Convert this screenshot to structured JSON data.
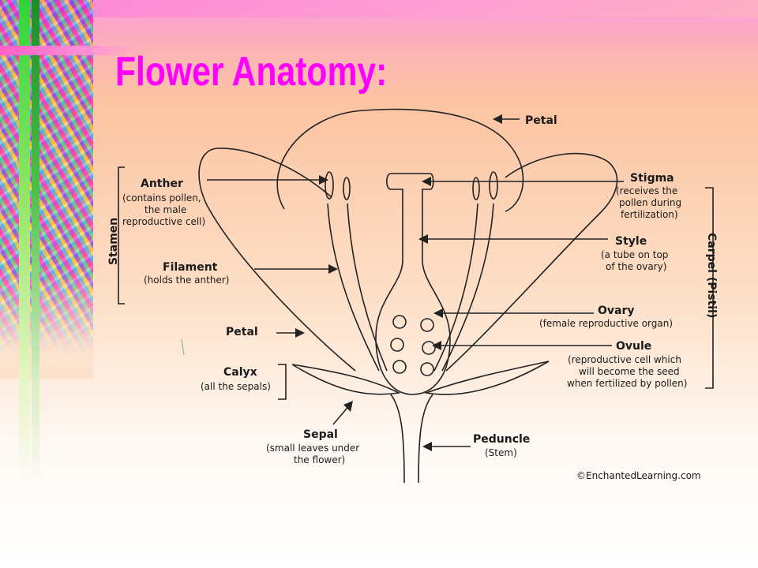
{
  "title": "Flower Anatomy:",
  "credit": "©EnchantedLearning.com",
  "labels": {
    "petal_top": "Petal",
    "anther": "Anther",
    "anther_sub1": "(contains pollen,",
    "anther_sub2": "the male",
    "anther_sub3": "reproductive cell)",
    "stamen": "Stamen",
    "filament": "Filament",
    "filament_sub": "(holds the anther)",
    "petal_left": "Petal",
    "calyx": "Calyx",
    "calyx_sub": "(all the sepals)",
    "sepal": "Sepal",
    "sepal_sub1": "(small leaves under",
    "sepal_sub2": "the flower)",
    "stigma": "Stigma",
    "stigma_sub1": "(receives the",
    "stigma_sub2": "pollen during",
    "stigma_sub3": "fertilization)",
    "style": "Style",
    "style_sub1": "(a tube on top",
    "style_sub2": "of the ovary)",
    "carpel": "Carpel (Pistil)",
    "ovary": "Ovary",
    "ovary_sub": "(female reproductive organ)",
    "ovule": "Ovule",
    "ovule_sub1": "(reproductive cell which",
    "ovule_sub2": "will become the seed",
    "ovule_sub3": "when fertilized by pollen)",
    "peduncle": "Peduncle",
    "peduncle_sub": "(Stem)"
  }
}
